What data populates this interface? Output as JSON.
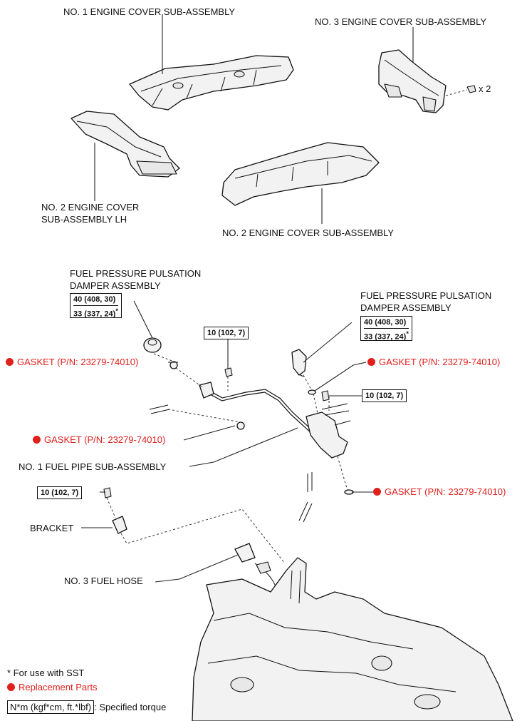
{
  "labels": {
    "no1_cover": "NO. 1 ENGINE COVER SUB-ASSEMBLY",
    "no3_cover": "NO. 3 ENGINE COVER SUB-ASSEMBLY",
    "x2": "x 2",
    "no2_cover_lh_line1": "NO. 2 ENGINE COVER",
    "no2_cover_lh_line2": "SUB-ASSEMBLY LH",
    "no2_cover": "NO. 2 ENGINE COVER SUB-ASSEMBLY",
    "damper_left_line1": "FUEL PRESSURE PULSATION",
    "damper_left_line2": "DAMPER ASSEMBLY",
    "damper_right_line1": "FUEL PRESSURE PULSATION",
    "damper_right_line2": "DAMPER ASSEMBLY",
    "gasket_1": "GASKET (P/N: 23279-74010)",
    "gasket_2": "GASKET (P/N: 23279-74010)",
    "gasket_3": "GASKET (P/N: 23279-74010)",
    "gasket_4": "GASKET (P/N: 23279-74010)",
    "fuel_pipe": "NO. 1 FUEL PIPE SUB-ASSEMBLY",
    "bracket": "BRACKET",
    "fuel_hose": "NO. 3 FUEL HOSE"
  },
  "torques": {
    "damper_left_line1": "40 (408, 30)",
    "damper_left_line2": "33 (337, 24)",
    "damper_right_line1": "40 (408, 30)",
    "damper_right_line2": "33 (337, 24)",
    "bolt_top": "10 (102, 7)",
    "bolt_right": "10 (102, 7)",
    "bolt_bracket": "10 (102, 7)",
    "sst_mark": "*"
  },
  "legend": {
    "sst": "* For use with SST",
    "replacement": "Replacement Parts",
    "torque_box": "N*m (kgf*cm, ft.*lbf)",
    "torque_text": ": Specified torque"
  },
  "colors": {
    "replacement_red": "#e0201c"
  }
}
